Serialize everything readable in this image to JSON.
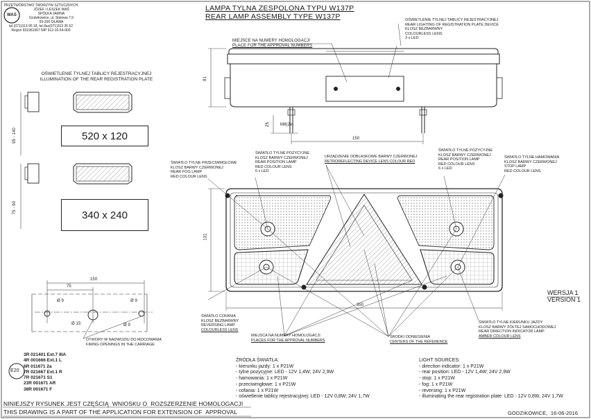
{
  "company": {
    "lines": [
      "PRZETWÓRSTWO TWORZYW SZTUCZNYCH",
      "JÓZEF I LESZEK WAŚ",
      "SPÓŁKA JAWNA",
      "Godzikowice, ul. Stalowa 7,9",
      "55-200  OŁAWA",
      "tel.(071)313 95 18, tel./fax(071)313 35 52",
      "Regon 931951967 NIP 912-16-54-900"
    ],
    "logo_text": "WAŚ"
  },
  "title": {
    "pl": "LAMPA TYLNA ZESPOLONA TYPU W137P",
    "en": "REAR LAMP ASSEMBLY TYPE W137P"
  },
  "labels": {
    "approval_place_top": [
      "MIEJSCE NA NUMERY HOMOLOGACJI",
      "PLACE FOR THE APPROVAL NUMBERS"
    ],
    "plate_device": [
      "OŚWIETLENIE TYLNEJ TABLICY REJESTRACYJNEJ",
      "REAR LIGHTING OF REGISTRATION PLATE DEVICE",
      "KLOSZ BEZBARWNY",
      "COLOURLESS LENS",
      "3 x LED"
    ],
    "plate_illum": [
      "OŚWIETLENIE TYLNEJ TABLICY REJESTRACYJNEJ",
      "ILLUMINATION OF THE REAR REGISTRATION PLATE"
    ],
    "fog": [
      "ŚWIATŁO TYLNE PRZECIWMGŁOWE",
      "KLOSZ BARWY CZERWONEJ",
      "REAR FOG LAMP",
      "RED COLOUR LENS"
    ],
    "position_left": [
      "ŚWIATŁO TYLNE POZYCYJNE",
      "KLOSZ BARWY CZERWONEJ",
      "REAR POSITION LAMP",
      "RED COLOUR LENS",
      "6 x LED"
    ],
    "reflector": [
      "URZĄDZENIE ODBLASKOWE BARWY CZERWONEJ",
      "RETROREFLECTING DEVICE LENS COLOUR RED"
    ],
    "position_right": [
      "ŚWIATŁO TYLNE POZYCYJNE",
      "KLOSZ BARWY CZERWONEJ",
      "REAR POSITION LAMP",
      "RED COLOUR LENS",
      "6 x LED"
    ],
    "stop": [
      "ŚWIATŁO TYLNE  HAMOWANIA",
      "KLOSZ BARWY CZERWONEJ",
      "STOP LAMP",
      "RED COLOUR LENS"
    ],
    "reversing": [
      "ŚWIATŁO COFANIA",
      "KLOSZ BEZBARWNY",
      "REVERSING LAMP",
      "COLOURLESS LENS"
    ],
    "approval_place_bottom": [
      "MIEJSCA NA NUMERY HOMOLOGACJI",
      "PLACES FOR THE APPROVAL NUMBERS"
    ],
    "reference": [
      "ŚRODKI ODNIESIENIA",
      "CENTERS OF THE REFERENCE"
    ],
    "indicator": [
      "ŚWIATŁO TYLNE KIERUNKU JAZDY",
      "KLOSZ BARWY ŻÓŁTEJ SAMOCHODOWEJ",
      "REAR DIRECTION INDICATOR LAMP",
      "AMBER COLOUR LENS"
    ],
    "holes": [
      "OTWORY W NADWOZIU DO MOCOWANIA",
      "FIRING OPENINGS IN THE CARRIAGE"
    ]
  },
  "dimensions": {
    "top_height": "81",
    "stud_height": "25",
    "stud_thread": "M8(2x)",
    "stud_spacing": "150",
    "front_height": "131",
    "front_width": "350",
    "plate1_height": "95 - 140",
    "plate2_height": "75 - 90",
    "holes_total": "150",
    "holes_offset": "75",
    "hole_d1": "Ø 9",
    "hole_d2": "Ø 15",
    "hole_d3": "Ø 9",
    "hole_d4": "Ø 9"
  },
  "plates": {
    "small": "520 x 120",
    "large": "340 x 240"
  },
  "version": {
    "pl": "WERSJA 1",
    "en": "VERSION 1"
  },
  "approvals": [
    "3R 021401 Ext.7 IIIA",
    "4R 001666 Ext.1 L",
    "6R 011671 2a",
    "7R 021667 Ext.1 R",
    "7R 021671 S1",
    "23R 001671 AR",
    "38R 001671 F"
  ],
  "e_mark": "E20",
  "light_sources_pl": {
    "heading": "ŹRÓDŁA ŚWIATŁA:",
    "items": [
      "- kierunku jazdy: 1 x P21W",
      "- tylne pozycyjne: LED - 12V 1,4W;   24V 2,9W",
      "- hamowania: 1 x P21W",
      "- przeciwmgłowe: 1 x P21W",
      "- cofania:  1 x P21W",
      "- oświetlenie tablicy rejestracyjnej: LED - 12V 0,8W;  24V 1,7W"
    ]
  },
  "light_sources_en": {
    "heading": "LIGHT SOURCES:",
    "items": [
      "- direction indicator: 1 x P21W",
      "- rear position: LED - 12V 1,4W;   24V 2,9W",
      "- stop: 1 x P21W",
      "- fog: 1 x P21W",
      "- reversing: 1 x P21W",
      "- illuminating the rear registration plate: LED - 12V 0,8W,  24V 1,7W"
    ]
  },
  "footer": {
    "pl": "NINIEJSZY RYSUNEK JEST CZĘŚCIĄ  WNIOSKU O  ROZSZERZENIE HOMOLOGACJI",
    "en": "THIS DRAWING IS A PART OF THE APPLICATION FOR EXTENSION OF  APPROVAL",
    "date": "GODZIKOWICE,  16-06-2016"
  }
}
